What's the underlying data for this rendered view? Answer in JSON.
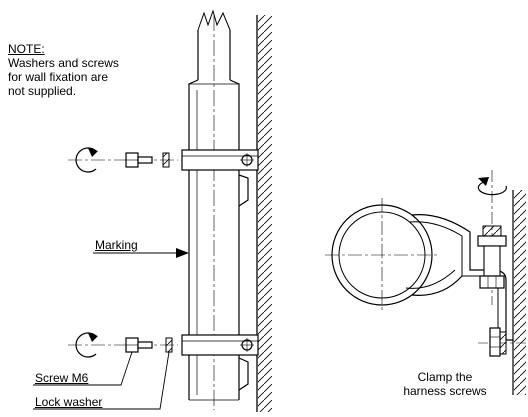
{
  "note": {
    "heading": "NOTE:",
    "line1": "Washers and screws",
    "line2": "for wall fixation are",
    "line3": "not supplied."
  },
  "labels": {
    "marking": "Marking",
    "screw": "Screw M6",
    "lock_washer": "Lock washer"
  },
  "caption": {
    "line1": "Clamp the",
    "line2": "harness screws"
  }
}
